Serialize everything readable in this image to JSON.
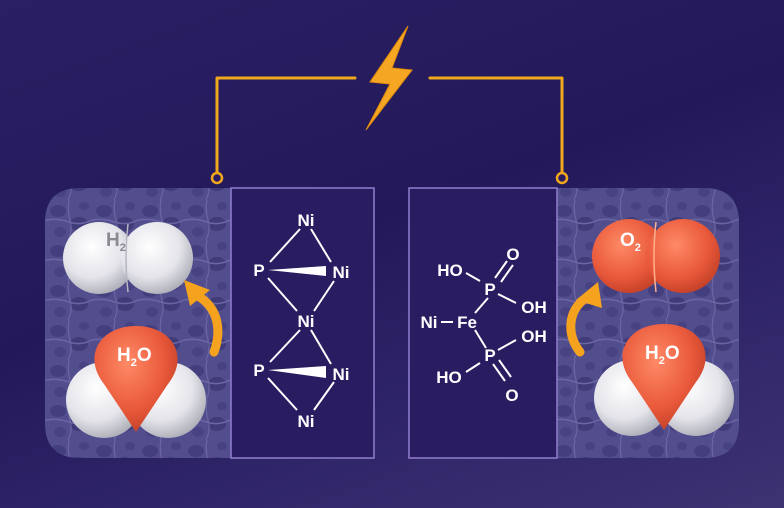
{
  "colors": {
    "background": "#271d5f",
    "circuit_wire": "#f2a81d",
    "lightning": "#f5a623",
    "arrow": "#f5a31e",
    "panel_fill": "#2a1c61",
    "panel_border": "#8f7fd0",
    "electrode": "#5c5a96",
    "oxygen_red": "#e85a3a",
    "hydrogen_white": "#e9e9ee"
  },
  "icons": {
    "power": "lightning-bolt-icon",
    "arrows": "curved-arrow-icon"
  },
  "left_electrode": {
    "product": {
      "main": "H",
      "sub": "2",
      "tail": ""
    },
    "reactant": {
      "main": "H",
      "sub": "2",
      "tail": "O"
    }
  },
  "right_electrode": {
    "product": {
      "main": "O",
      "sub": "2",
      "tail": ""
    },
    "reactant": {
      "main": "H",
      "sub": "2",
      "tail": "O"
    }
  },
  "left_structure": {
    "atoms": {
      "ni_top": "Ni",
      "p_top": "P",
      "ni_top_right": "Ni",
      "ni_center": "Ni",
      "p_bottom": "P",
      "ni_bottom_right": "Ni",
      "ni_bottom": "Ni"
    }
  },
  "right_structure": {
    "atoms": {
      "o_top": "O",
      "ho_top": "HO",
      "p_top": "P",
      "oh_top": "OH",
      "ni": "Ni",
      "fe": "Fe",
      "oh_mid": "OH",
      "p_bottom": "P",
      "ho_bottom": "HO",
      "o_bottom": "O"
    }
  }
}
